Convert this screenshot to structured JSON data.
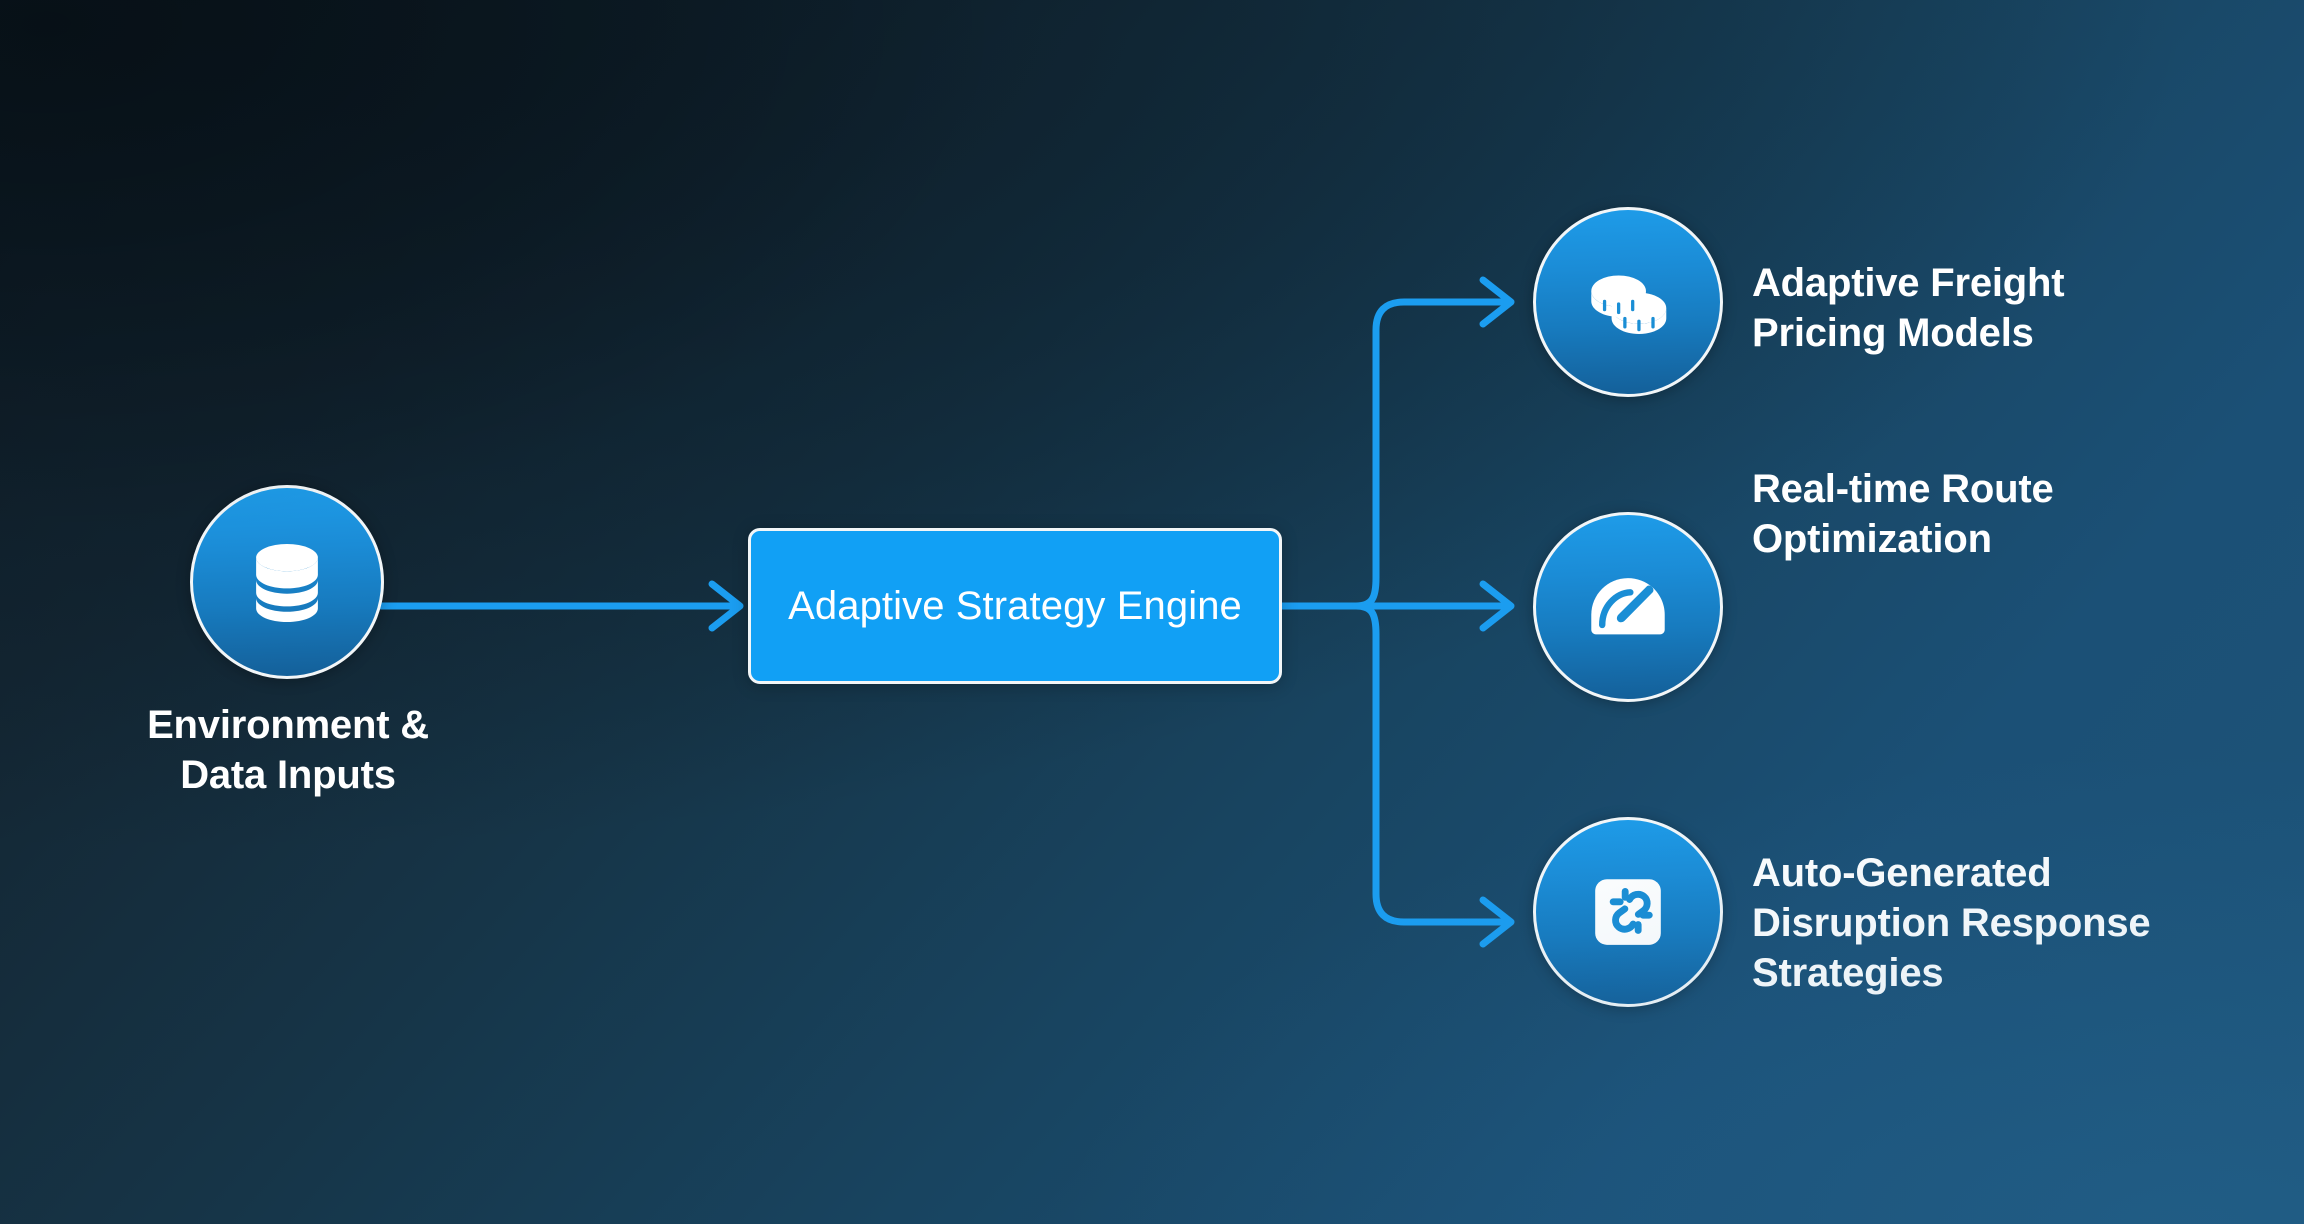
{
  "diagram": {
    "title_text_present": false,
    "background": {
      "gradient_from": "#11202b",
      "gradient_to": "#1d5479"
    },
    "accent": {
      "connector_blue": "#1b9df0",
      "node_blue_light": "#1e9ce9",
      "node_blue_dark": "#145f98",
      "box_fill": "#11a0f5",
      "stroke_white": "#f2f6f8",
      "text_white": "#ffffff"
    },
    "source": {
      "icon": "database-icon",
      "label": "Environment &\nData Inputs"
    },
    "process": {
      "label": "Adaptive Strategy\nEngine",
      "line1": "Adaptive Strategy",
      "line2": "Engine"
    },
    "outputs": [
      {
        "icon": "stacked-coins-icon",
        "label": "Adaptive Freight\nPricing Models"
      },
      {
        "icon": "speedometer-gauge-icon",
        "label": "Real-time Route\nOptimization"
      },
      {
        "icon": "disruption-broken-link-icon",
        "label": "Auto-Generated\nDisruption Response\nStrategies"
      }
    ],
    "connectors": [
      {
        "name": "source-to-process",
        "kind": "straight-arrow"
      },
      {
        "name": "process-to-output-1",
        "kind": "elbow-arrow-up"
      },
      {
        "name": "process-to-output-2",
        "kind": "straight-arrow"
      },
      {
        "name": "process-to-output-3",
        "kind": "elbow-arrow-down"
      }
    ]
  }
}
